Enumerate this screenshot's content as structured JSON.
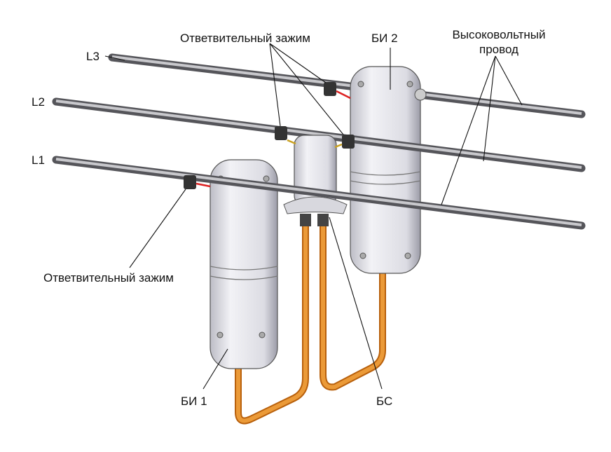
{
  "labels": {
    "clamp_top": "Ответвительный зажим",
    "clamp_bottom": "Ответвительный зажим",
    "bi2": "БИ 2",
    "bi1": "БИ 1",
    "bs": "БС",
    "hv_wire_line1": "Высоковольтный",
    "hv_wire_line2": "провод",
    "l1": "L1",
    "l2": "L2",
    "l3": "L3"
  },
  "colors": {
    "wire": "#6e6e73",
    "body": "#e4e4ea",
    "cable": "#e38a1e",
    "clamp": "#3a3a3a"
  }
}
